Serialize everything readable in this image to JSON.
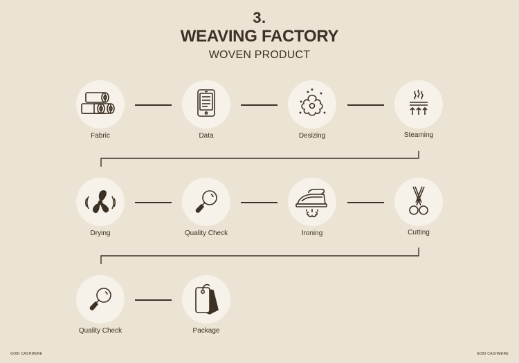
{
  "header": {
    "step_number": "3.",
    "title": "WEAVING FACTORY",
    "subtitle": "WOVEN PRODUCT"
  },
  "steps": [
    {
      "label": "Fabric",
      "icon": "fabric-rolls-icon"
    },
    {
      "label": "Data",
      "icon": "tablet-data-icon"
    },
    {
      "label": "Desizing",
      "icon": "desizing-flower-icon"
    },
    {
      "label": "Steaming",
      "icon": "steam-icon"
    },
    {
      "label": "Drying",
      "icon": "fan-drying-icon"
    },
    {
      "label": "Quality Check",
      "icon": "magnifier-icon"
    },
    {
      "label": "Ironing",
      "icon": "iron-icon"
    },
    {
      "label": "Cutting",
      "icon": "scissors-icon"
    },
    {
      "label": "Quality Check",
      "icon": "magnifier-icon"
    },
    {
      "label": "Package",
      "icon": "tag-package-icon"
    }
  ],
  "footer": {
    "left": "GOBI CASHMERE",
    "right": "GOBI CASHMERE"
  },
  "colors": {
    "background": "#ebe3d3",
    "circle": "#f6f2e9",
    "ink": "#3d3024"
  }
}
